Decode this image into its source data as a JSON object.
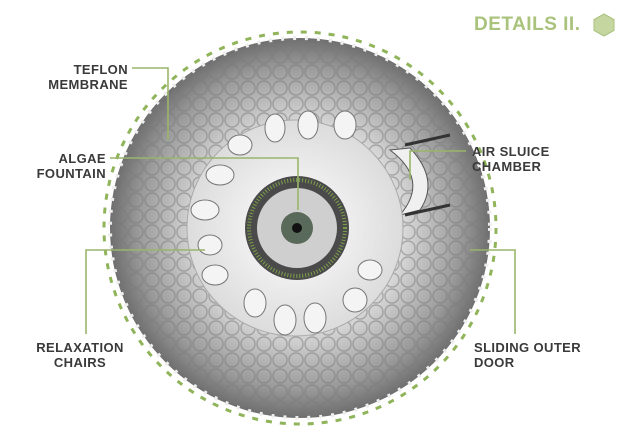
{
  "title": "DETAILS II.",
  "labels": {
    "teflon": [
      "TEFLON",
      "MEMBRANE"
    ],
    "algae": [
      "ALGAE",
      "FOUNTAIN"
    ],
    "air_sluice": [
      "AIR SLUICE",
      "CHAMBER"
    ],
    "relaxation": [
      "RELAXATION",
      "CHAIRS"
    ],
    "sliding": [
      "SLIDING OUTER",
      "DOOR"
    ]
  },
  "colors": {
    "accent": "#a9c27c",
    "line": "#9ab56a",
    "text": "#3a3a3a"
  }
}
